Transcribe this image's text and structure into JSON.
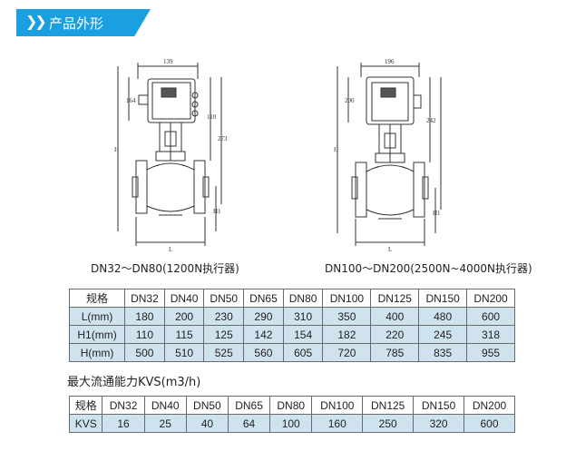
{
  "header": {
    "title": "产品外形"
  },
  "drawings": {
    "left": {
      "caption": "DN32～DN80(1200N执行器)",
      "dims": {
        "top": "139",
        "actuator_h": "164",
        "body_h": "110",
        "total": "273",
        "H": "H",
        "H1": "H1",
        "L": "L"
      }
    },
    "right": {
      "caption": "DN100～DN200(2500N~4000N执行器)",
      "dims": {
        "top": "196",
        "actuator_h": "290",
        "body_h": "242",
        "H": "H",
        "H1": "H1",
        "L": "L"
      }
    }
  },
  "spec_table": {
    "header_label": "规格",
    "columns": [
      "DN32",
      "DN40",
      "DN50",
      "DN65",
      "DN80",
      "DN100",
      "DN125",
      "DN150",
      "DN200"
    ],
    "rows": [
      {
        "label": "L(mm)",
        "values": [
          "180",
          "200",
          "230",
          "290",
          "310",
          "350",
          "400",
          "480",
          "600"
        ]
      },
      {
        "label": "H1(mm)",
        "values": [
          "110",
          "115",
          "125",
          "142",
          "154",
          "182",
          "220",
          "245",
          "318"
        ]
      },
      {
        "label": "H(mm)",
        "values": [
          "500",
          "510",
          "525",
          "560",
          "605",
          "720",
          "785",
          "835",
          "955"
        ]
      }
    ]
  },
  "kvs_title": "最大流通能力KVS(m3/h)",
  "kvs_table": {
    "header_label": "规格",
    "columns": [
      "DN32",
      "DN40",
      "DN50",
      "DN65",
      "DN80",
      "DN100",
      "DN125",
      "DN150",
      "DN200"
    ],
    "rows": [
      {
        "label": "KVS",
        "values": [
          "16",
          "25",
          "40",
          "64",
          "100",
          "160",
          "250",
          "320",
          "600"
        ]
      }
    ]
  }
}
